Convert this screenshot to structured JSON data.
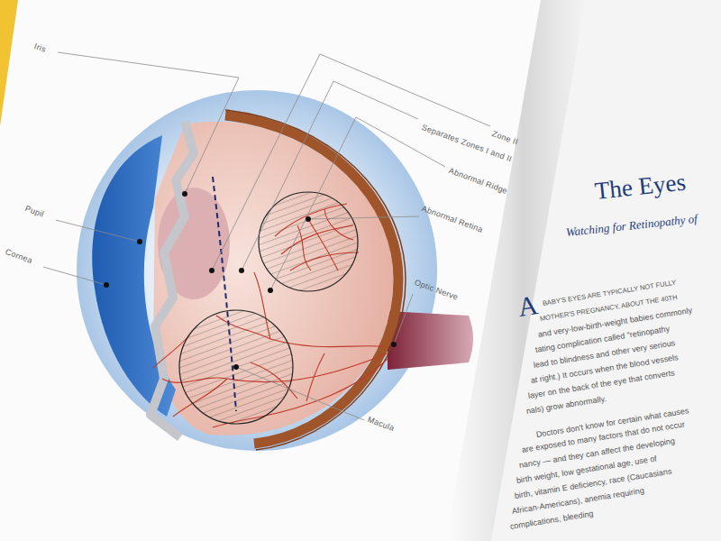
{
  "diagram": {
    "title": "The Eyes",
    "labels": [
      "Iris",
      "Pupil",
      "Cornea",
      "Zone II",
      "Separates Zones I and II",
      "Abnormal Ridge",
      "Abnormal Retina",
      "Optic Nerve",
      "Macula",
      "Watching for Retinopathy of",
      "A",
      "BABY'S EYES ARE TYPICALLY NOT FULLY",
      "MOTHER'S PREGNANCY, ABOUT THE 40TH",
      "and very-low-birth-weight babies commonly",
      "tating complication called \"retinopathy",
      "lead to blindness and other very serious",
      "at right.) It occurs when the blood vessels",
      "layer on the back of the eye that converts",
      "nals) grow abnormally.",
      "Doctors don't know for certain what causes",
      "are exposed to many factors that do not occur",
      "nancy — and they can affect the developing",
      "birth weight, low gestational age, use of",
      "birth, vitamin E deficiency, race (Caucasians",
      "African-Americans), anemia requiring",
      "complications, bleeding"
    ]
  }
}
